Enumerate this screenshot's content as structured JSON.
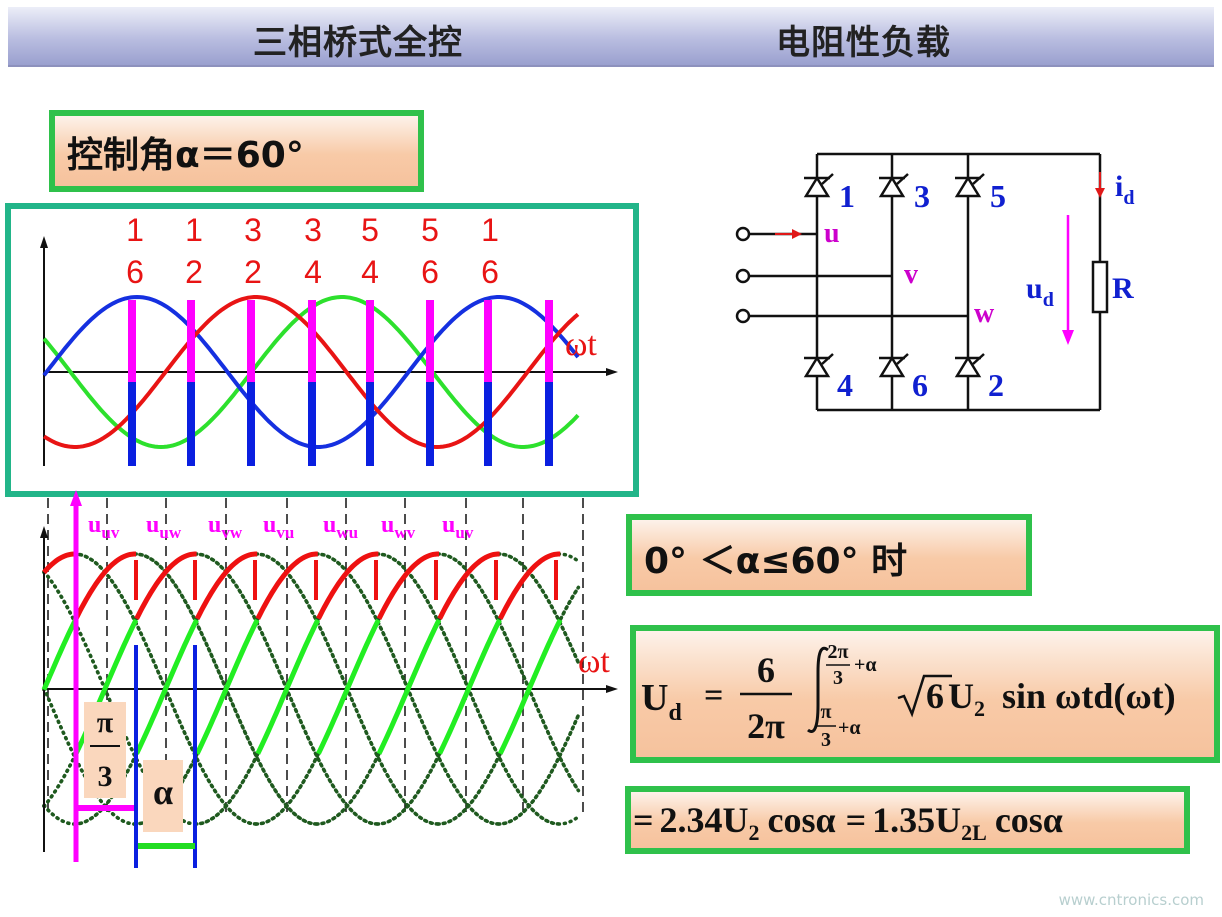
{
  "header": {
    "left_title": "三相桥式全控",
    "right_title": "电阻性负载"
  },
  "control_angle": "控制角α＝60°",
  "condition": "0° ＜α≤60° 时",
  "top_plot": {
    "x_axis_label": "ωt",
    "pair_labels": [
      {
        "top": "1",
        "bottom": "6"
      },
      {
        "top": "1",
        "bottom": "2"
      },
      {
        "top": "3",
        "bottom": "2"
      },
      {
        "top": "3",
        "bottom": "4"
      },
      {
        "top": "5",
        "bottom": "4"
      },
      {
        "top": "5",
        "bottom": "6"
      },
      {
        "top": "1",
        "bottom": "6"
      }
    ],
    "colors": {
      "phase_u": "#e81414",
      "phase_v": "#1530e0",
      "phase_w": "#2de02d",
      "pulse_top": "#ff00ff",
      "pulse_bottom": "#0a1fe0"
    }
  },
  "bottom_plot": {
    "x_axis_label": "ωt",
    "line_voltages": [
      {
        "base": "u",
        "sub": "uv"
      },
      {
        "base": "u",
        "sub": "uw"
      },
      {
        "base": "u",
        "sub": "vw"
      },
      {
        "base": "u",
        "sub": "vu"
      },
      {
        "base": "u",
        "sub": "wu"
      },
      {
        "base": "u",
        "sub": "wv"
      },
      {
        "base": "u",
        "sub": "uv"
      }
    ],
    "pi_over_3": {
      "num": "π",
      "den": "3"
    },
    "alpha_label": "α",
    "colors": {
      "envelope_red": "#ee1111",
      "envelope_green": "#22ee22",
      "dotted": "#1f5a1f",
      "marker": "#ff00ff",
      "alpha_marker": "#22dd22"
    }
  },
  "circuit": {
    "thyristors_top": [
      "1",
      "3",
      "5"
    ],
    "thyristors_bottom": [
      "4",
      "6",
      "2"
    ],
    "inputs": [
      "u",
      "v",
      "w"
    ],
    "current_label": {
      "base": "i",
      "sub": "d"
    },
    "voltage_label": {
      "base": "u",
      "sub": "d"
    },
    "resistor_label": "R",
    "colors": {
      "number": "#1020d0",
      "phase": "#cc00cc",
      "arrow": "#e01818"
    }
  },
  "formula": {
    "lhs": {
      "base": "U",
      "sub": "d"
    },
    "eq": "=",
    "frac_num": "6",
    "frac_den": "2π",
    "upper_limit": {
      "num": "2π",
      "den": "3",
      "plus": "+α"
    },
    "lower_limit": {
      "num": "π",
      "den": "3",
      "plus": "+α"
    },
    "integrand_root": "6",
    "integrand_U": "U",
    "integrand_sub": "2",
    "integrand_rest": "sin ωtd(ωt)"
  },
  "result": {
    "eq1": "=",
    "value1": "2.34U",
    "sub1": "2",
    "cos1": "cosα",
    "eq2": "=",
    "value2": "1.35U",
    "sub2": "2L",
    "cos2": "cosα"
  },
  "watermark": "www.cntronics.com"
}
